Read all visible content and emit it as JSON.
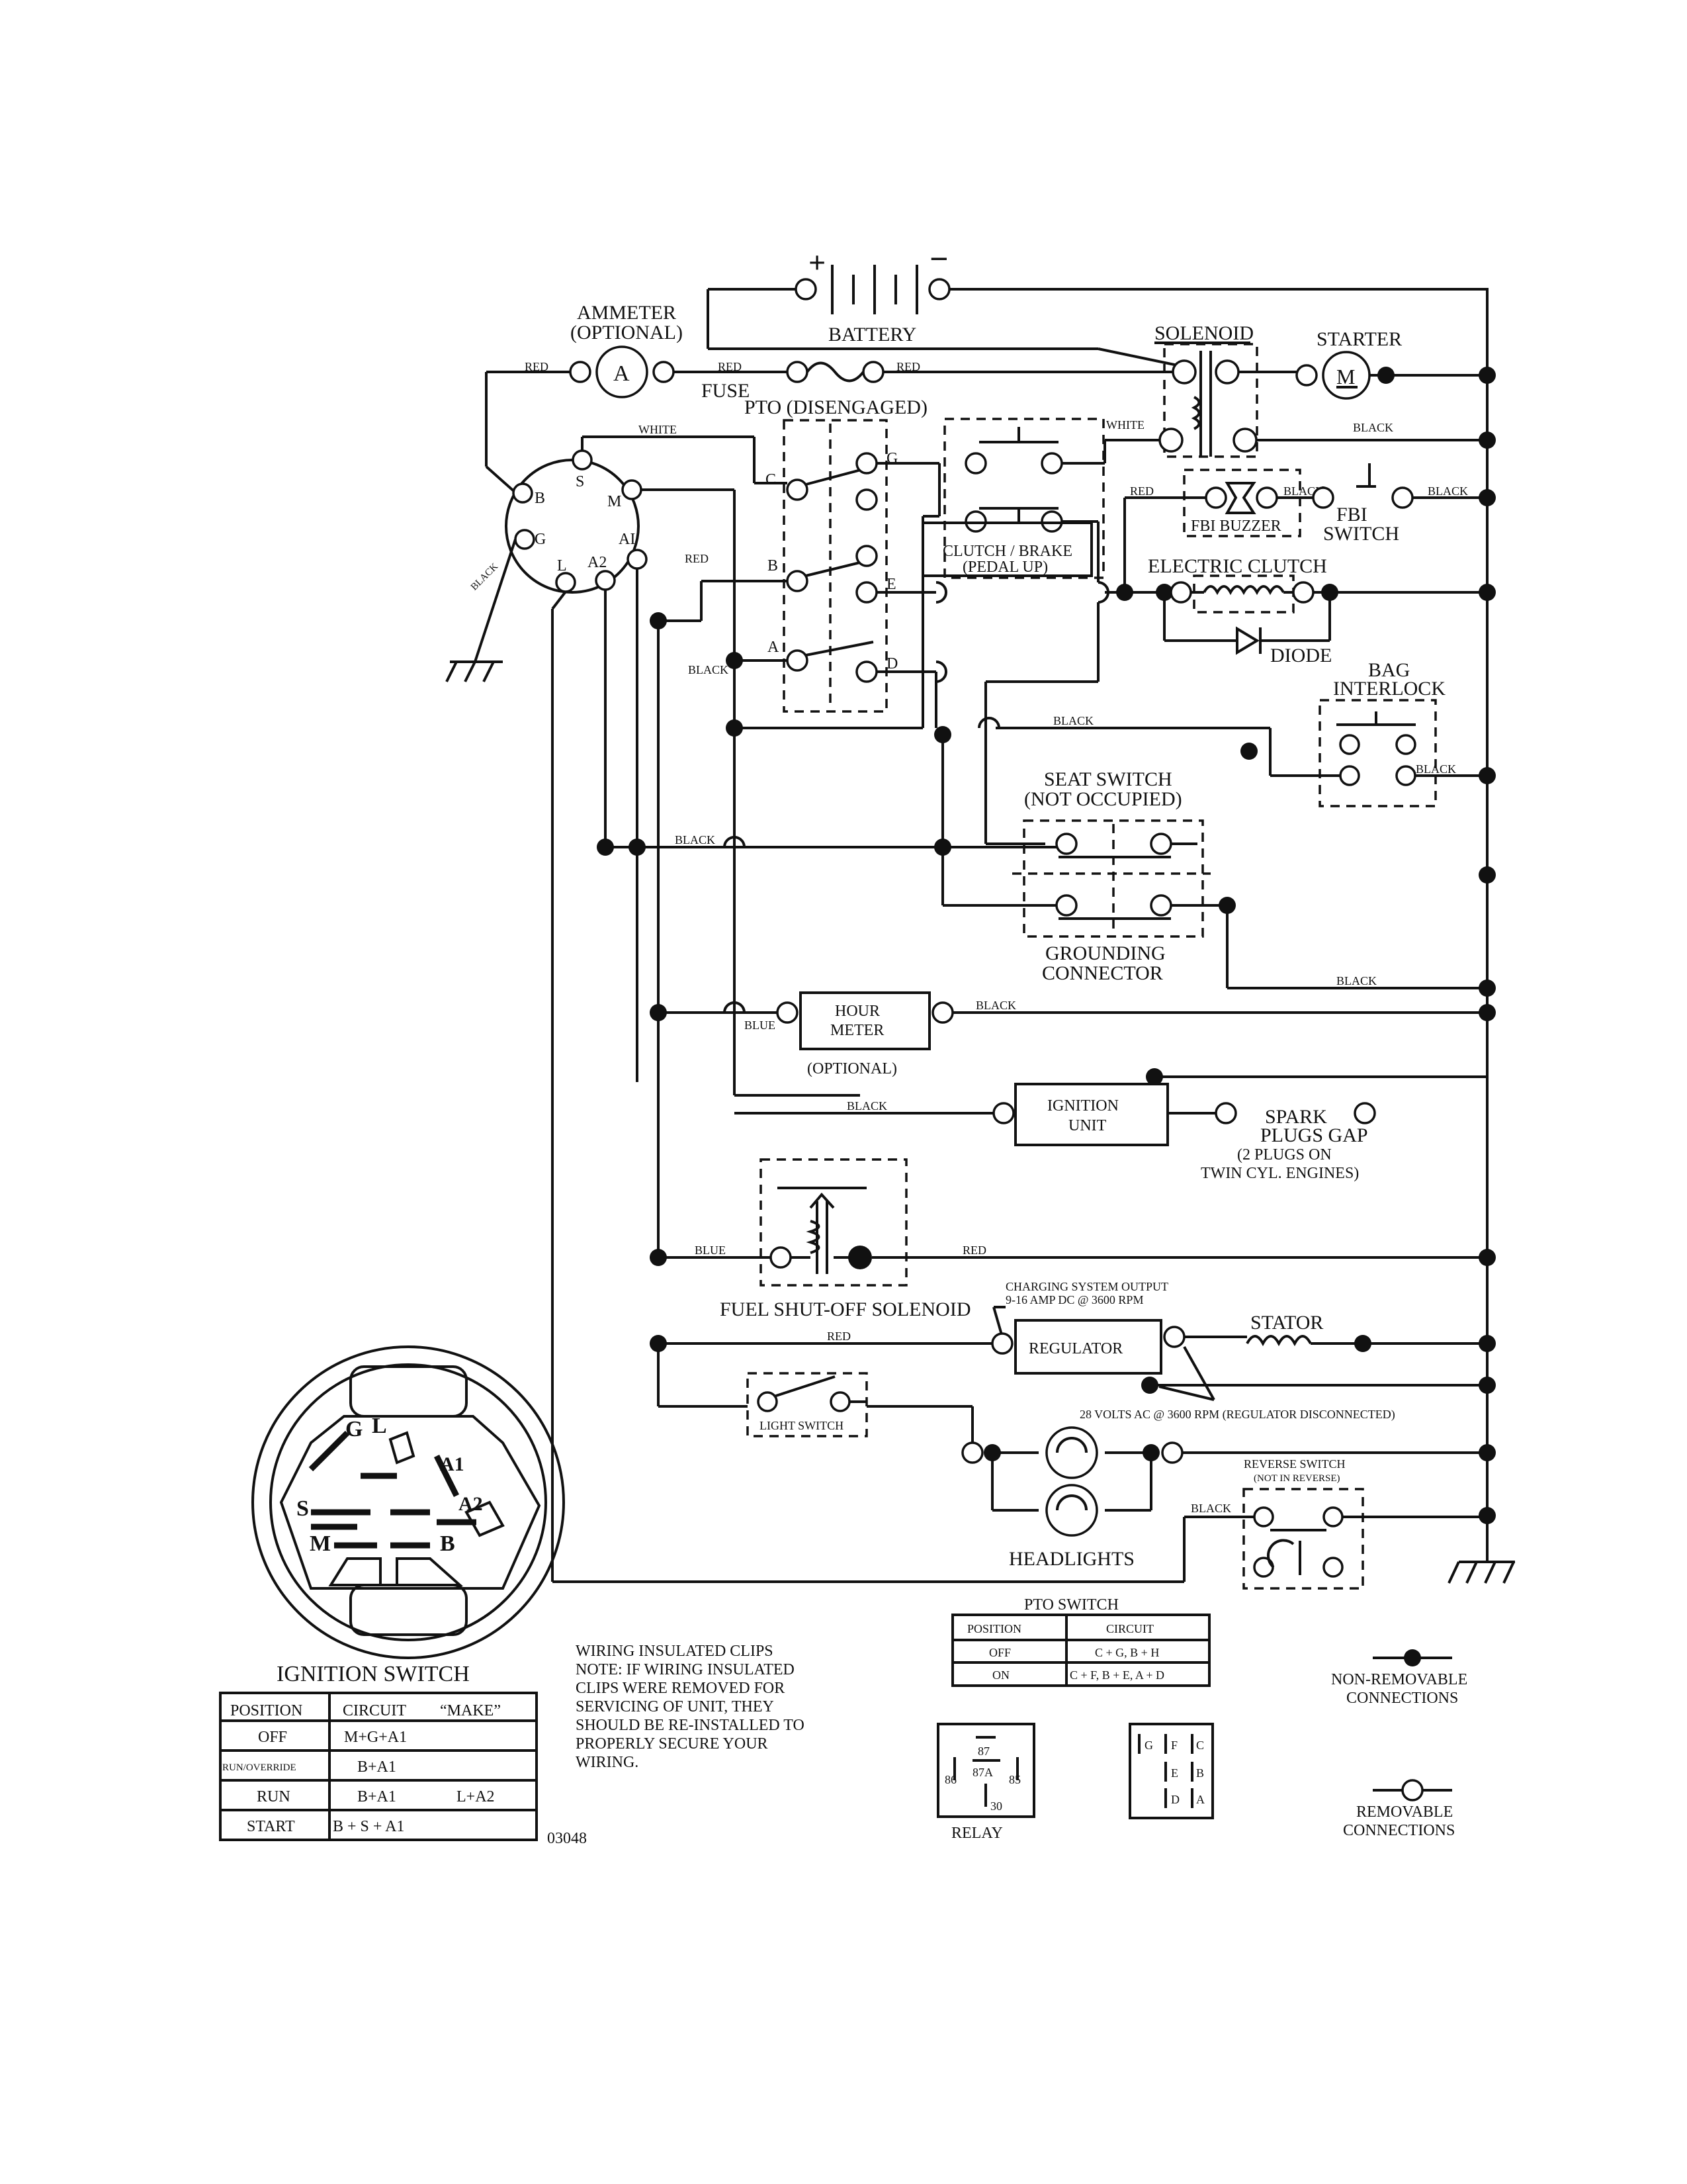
{
  "components": {
    "battery": "BATTERY",
    "battery_pos": "+",
    "battery_neg": "−",
    "ammeter": "AMMETER",
    "ammeter_opt": "(OPTIONAL)",
    "ammeter_symbol": "A",
    "fuse": "FUSE",
    "solenoid": "SOLENOID",
    "starter": "STARTER",
    "starter_symbol": "M",
    "pto": "PTO (DISENGAGED)",
    "clutch_brake": "CLUTCH / BRAKE",
    "pedal_up": "(PEDAL UP)",
    "fbi_buzzer": "FBI BUZZER",
    "fbi": "FBI",
    "switch": "SWITCH",
    "electric_clutch": "ELECTRIC CLUTCH",
    "diode": "DIODE",
    "bag": "BAG",
    "interlock": "INTERLOCK",
    "seat_switch": "SEAT SWITCH",
    "not_occupied": "(NOT OCCUPIED)",
    "grounding": "GROUNDING",
    "connector": "CONNECTOR",
    "hour": "HOUR",
    "meter": "METER",
    "optional": "(OPTIONAL)",
    "ignition": "IGNITION",
    "unit": "UNIT",
    "spark": "SPARK",
    "plugs_gap": "PLUGS GAP",
    "two_plugs": "(2 PLUGS ON",
    "twin_cyl": "TWIN CYL. ENGINES)",
    "fuel_solenoid": "FUEL SHUT-OFF SOLENOID",
    "charging1": "CHARGING SYSTEM OUTPUT",
    "charging2": "9-16 AMP DC @ 3600 RPM",
    "regulator": "REGULATOR",
    "stator": "STATOR",
    "volts_ac": "28 VOLTS AC @ 3600 RPM (REGULATOR DISCONNECTED)",
    "light_switch": "LIGHT SWITCH",
    "reverse_switch": "REVERSE SWITCH",
    "not_in_reverse": "(NOT IN REVERSE)",
    "headlights": "HEADLIGHTS"
  },
  "wires": {
    "red": "RED",
    "white": "WHITE",
    "black": "BLACK",
    "blue": "BLUE"
  },
  "terminals": {
    "ign": [
      "B",
      "S",
      "M",
      "G",
      "L",
      "A2",
      "AI"
    ],
    "pto": [
      "C",
      "G",
      "B",
      "E",
      "A",
      "D"
    ],
    "key": [
      "G",
      "L",
      "A1",
      "A2",
      "S",
      "M",
      "B"
    ]
  },
  "ignition_switch": {
    "title": "IGNITION SWITCH",
    "headers": [
      "POSITION",
      "CIRCUIT",
      "“MAKE”"
    ],
    "rows": [
      [
        "OFF",
        "M+G+A1",
        ""
      ],
      [
        "RUN/OVERRIDE",
        "B+A1",
        ""
      ],
      [
        "RUN",
        "B+A1",
        "L+A2"
      ],
      [
        "START",
        "B + S + A1",
        ""
      ]
    ]
  },
  "pto_switch": {
    "title": "PTO SWITCH",
    "headers": [
      "POSITION",
      "CIRCUIT"
    ],
    "rows": [
      [
        "OFF",
        "C + G, B + H"
      ],
      [
        "ON",
        "C + F, B + E, A + D"
      ]
    ]
  },
  "notes": {
    "lines": [
      "WIRING INSULATED CLIPS",
      "NOTE:  IF WIRING INSULATED",
      "CLIPS WERE REMOVED FOR",
      "SERVICING OF UNIT, THEY",
      "SHOULD BE RE-INSTALLED TO",
      "PROPERLY SECURE YOUR",
      "WIRING."
    ],
    "code": "03048"
  },
  "relay": {
    "label": "RELAY",
    "pins": [
      "87",
      "86",
      "87A",
      "85",
      "30"
    ]
  },
  "pto_connector": [
    "G",
    "F",
    "C",
    "E",
    "B",
    "D",
    "A"
  ],
  "legend": {
    "nonremovable1": "NON-REMOVABLE",
    "nonremovable2": "CONNECTIONS",
    "removable1": "REMOVABLE",
    "removable2": "CONNECTIONS"
  }
}
